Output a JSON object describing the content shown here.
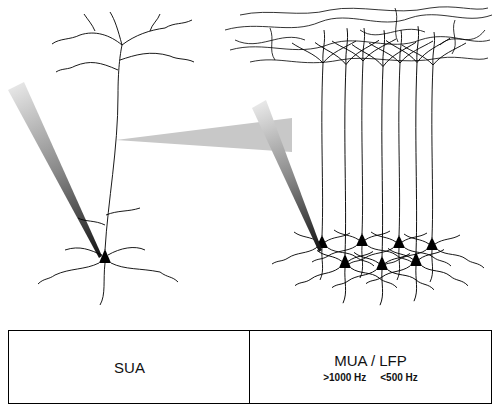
{
  "diagram": {
    "nodes": [
      {
        "text": [
          "SUA"
        ]
      },
      {
        "text": [
          "MUA / LFP",
          ">1000 Hz",
          "<500 Hz"
        ]
      }
    ]
  }
}
